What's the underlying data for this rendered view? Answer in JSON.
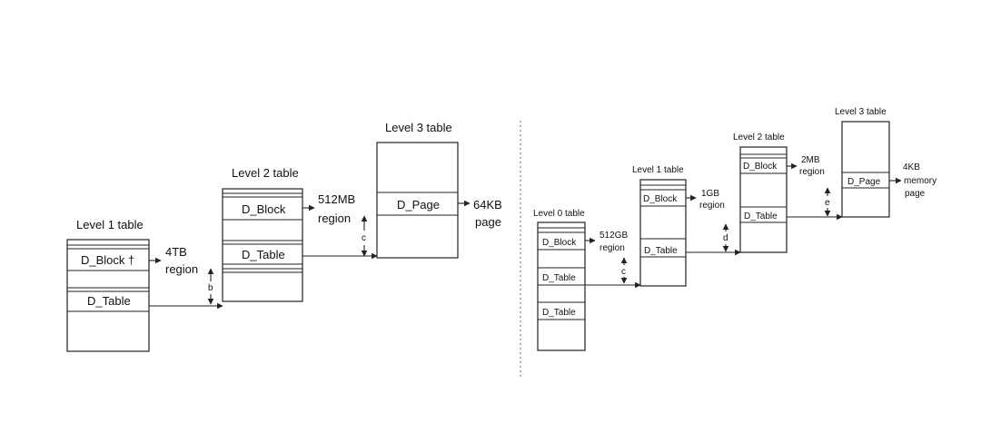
{
  "left": {
    "level1": {
      "title": "Level 1 table",
      "entry_block": "D_Block †",
      "entry_table": "D_Table"
    },
    "level2": {
      "title": "Level 2 table",
      "entry_block": "D_Block",
      "entry_table": "D_Table"
    },
    "level3": {
      "title": "Level 3 table",
      "entry_page": "D_Page"
    },
    "region_a": {
      "line1": "4TB",
      "line2": "region"
    },
    "region_b": {
      "line1": "512MB",
      "line2": "region"
    },
    "page": {
      "line1": "64KB",
      "line2": "page"
    },
    "offset_b": "b",
    "offset_c": "c"
  },
  "right": {
    "level0": {
      "title": "Level 0 table",
      "entry_block": "D_Block",
      "entry_table": "D_Table",
      "entry_table2": "D_Table"
    },
    "level1": {
      "title": "Level 1 table",
      "entry_block": "D_Block",
      "entry_table": "D_Table"
    },
    "level2": {
      "title": "Level 2 table",
      "entry_block": "D_Block",
      "entry_table": "D_Table"
    },
    "level3": {
      "title": "Level 3 table",
      "entry_page": "D_Page"
    },
    "region_a": {
      "line1": "512GB",
      "line2": "region"
    },
    "region_b": {
      "line1": "1GB",
      "line2": "region"
    },
    "region_c": {
      "line1": "2MB",
      "line2": "region"
    },
    "page": {
      "line1": "4KB",
      "line2": "memory",
      "line3": "page"
    },
    "offset_c": "c",
    "offset_d": "d",
    "offset_e": "e"
  }
}
